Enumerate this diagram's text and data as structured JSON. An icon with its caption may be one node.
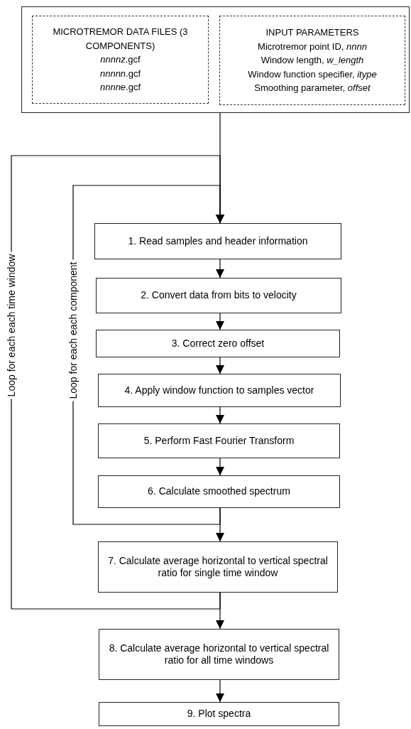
{
  "diagram": {
    "nodes": [
      {
        "text": [],
        "shape": "box"
      },
      {
        "text": [
          "MICROTREMOR DATA FILES (3 COMPONENTS)",
          "*nnnnz*.gcf",
          "*nnnnn*.gcf",
          "*nnnne*.gcf"
        ],
        "in": 0
      },
      {
        "text": [
          "INPUT PARAMETERS",
          "Microtremor point ID, *nnnn*",
          "Window length, *w_length*",
          "Window function specifier, *itype*",
          "Smoothing parameter, *offset*"
        ],
        "in": 0
      },
      {
        "text": [
          "1. Read samples and header information"
        ]
      },
      {
        "text": [
          "2. Convert data from bits to velocity"
        ]
      },
      {
        "text": [
          "3. Correct zero offset"
        ]
      },
      {
        "text": [
          "4. Apply window function to samples vector"
        ]
      },
      {
        "text": [
          "5. Perform Fast Fourier Transform"
        ]
      },
      {
        "text": [
          "6. Calculate smoothed spectrum"
        ]
      },
      {
        "text": [
          "7. Calculate average horizontal to vertical spectral ratio for single time window"
        ]
      },
      {
        "text": [
          "8. Calculate average horizontal to vertical spectral ratio for all time windows"
        ]
      },
      {
        "text": [
          "9. Plot spectra"
        ]
      }
    ],
    "edges": [
      {
        "from": 0,
        "to": 3,
        "arrow": "to"
      },
      {
        "from": 8,
        "to": 3,
        "arrow": "to",
        "label": "Loop for each each component"
      },
      {
        "from": 9,
        "to": 3,
        "arrow": "to",
        "label": "Loop for each each time window"
      },
      {
        "from": 3,
        "to": 4,
        "arrow": "to"
      },
      {
        "from": 4,
        "to": 5,
        "arrow": "to"
      },
      {
        "from": 5,
        "to": 6,
        "arrow": "to"
      },
      {
        "from": 6,
        "to": 7,
        "arrow": "to"
      },
      {
        "from": 7,
        "to": 8,
        "arrow": "to"
      },
      {
        "from": 8,
        "to": 9,
        "arrow": "to"
      },
      {
        "from": 9,
        "to": 10,
        "arrow": "to"
      },
      {
        "from": 10,
        "to": 11,
        "arrow": "to"
      }
    ]
  }
}
